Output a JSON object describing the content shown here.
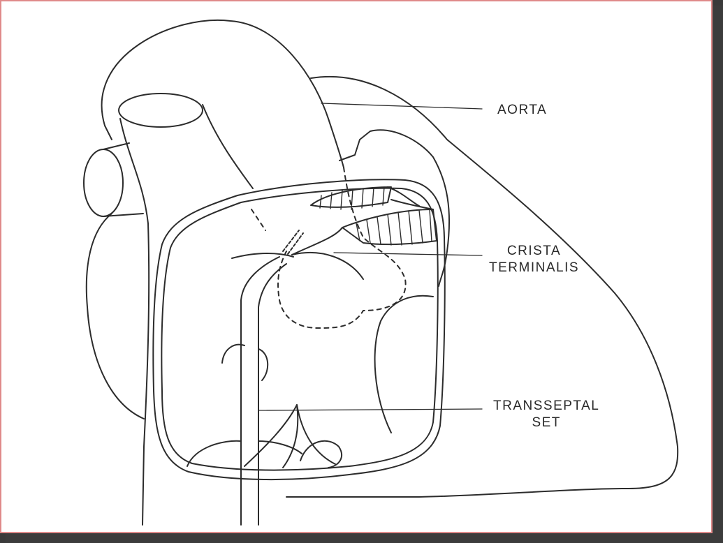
{
  "labels": {
    "aorta": "AORTA",
    "crista_line1": "CRISTA",
    "crista_line2": "TERMINALIS",
    "transseptal_line1": "TRANSSEPTAL",
    "transseptal_line2": "SET"
  },
  "colors": {
    "line": "#2c2c2c",
    "paper": "#ffffff",
    "border": "#e08a8a",
    "shadow": "#3c3c3c"
  }
}
